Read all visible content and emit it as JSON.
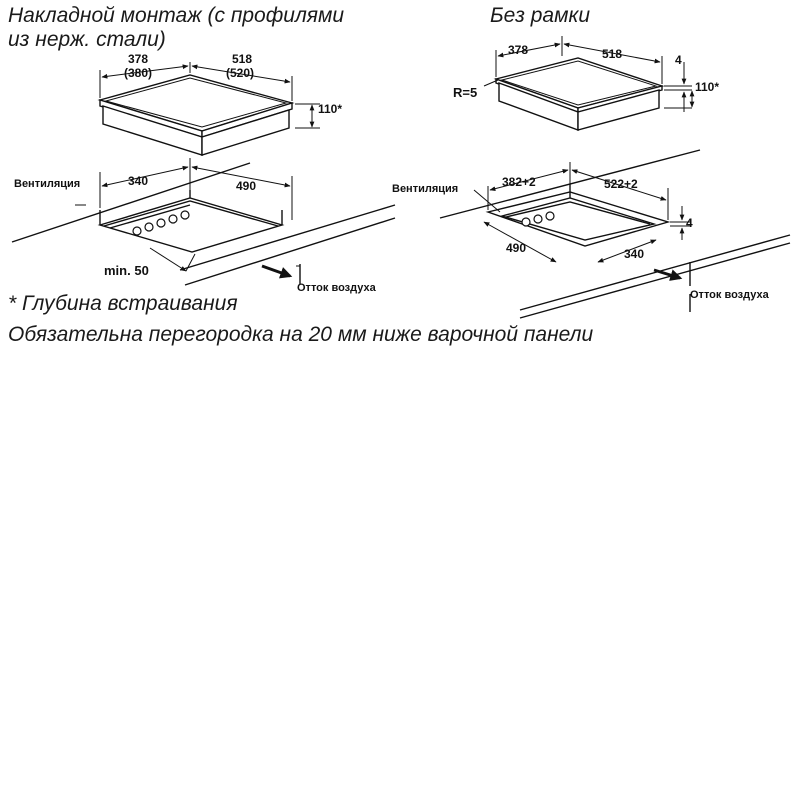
{
  "left": {
    "title_line1": "Накладной монтаж (с профилями",
    "title_line2": "из нерж. стали)",
    "top": {
      "dim_depth": "378",
      "dim_depth_alt": "(380)",
      "dim_width": "518",
      "dim_width_alt": "(520)",
      "dim_height": "110*"
    },
    "cutout": {
      "ventilation": "Вентиляция",
      "dim_depth": "340",
      "dim_width": "490",
      "min_gap": "min. 50",
      "air_outlet": "Отток воздуха"
    }
  },
  "right": {
    "title": "Без рамки",
    "top": {
      "dim_depth": "378",
      "dim_width": "518",
      "radius": "R=5",
      "dim_thickness": "4",
      "dim_height": "110*"
    },
    "cutout": {
      "ventilation": "Вентиляция",
      "dim_outer_depth": "382+2",
      "dim_outer_width": "522+2",
      "dim_thickness": "4",
      "dim_inner_width": "490",
      "dim_inner_depth": "340",
      "air_outlet": "Отток воздуха"
    }
  },
  "footnote": "* Глубина встраивания",
  "note": "Обязательна перегородка на 20 мм ниже варочной панели"
}
